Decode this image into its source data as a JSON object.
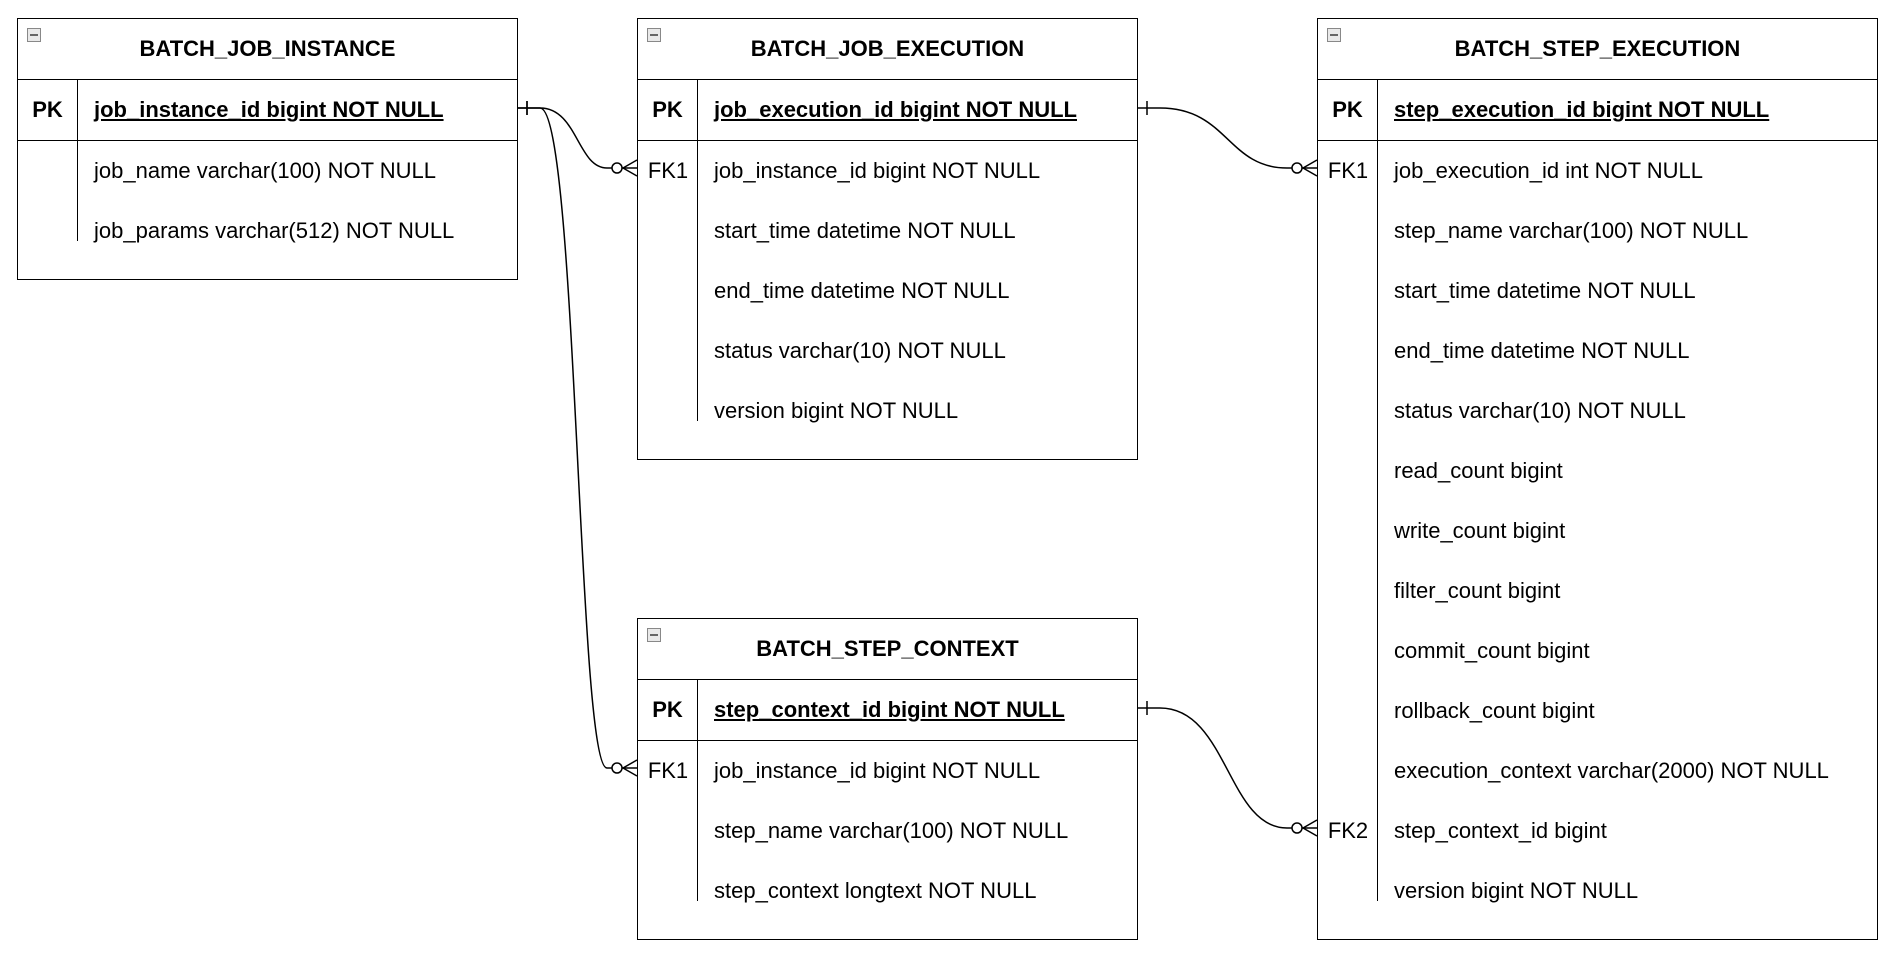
{
  "entities": {
    "job_instance": {
      "title": "BATCH_JOB_INSTANCE",
      "pk_label": "PK",
      "pk_field": "job_instance_id bigint NOT NULL",
      "fields": [
        {
          "key": "",
          "text": "job_name varchar(100) NOT NULL"
        },
        {
          "key": "",
          "text": "job_params varchar(512) NOT NULL"
        }
      ]
    },
    "job_execution": {
      "title": "BATCH_JOB_EXECUTION",
      "pk_label": "PK",
      "pk_field": "job_execution_id bigint NOT NULL",
      "fields": [
        {
          "key": "FK1",
          "text": "job_instance_id bigint NOT NULL"
        },
        {
          "key": "",
          "text": "start_time datetime NOT NULL"
        },
        {
          "key": "",
          "text": "end_time datetime NOT NULL"
        },
        {
          "key": "",
          "text": "status varchar(10) NOT NULL"
        },
        {
          "key": "",
          "text": "version bigint NOT NULL"
        }
      ]
    },
    "step_execution": {
      "title": "BATCH_STEP_EXECUTION",
      "pk_label": "PK",
      "pk_field": "step_execution_id bigint NOT NULL",
      "fields": [
        {
          "key": "FK1",
          "text": "job_execution_id int NOT NULL"
        },
        {
          "key": "",
          "text": "step_name varchar(100) NOT NULL"
        },
        {
          "key": "",
          "text": "start_time datetime NOT NULL"
        },
        {
          "key": "",
          "text": "end_time datetime NOT NULL"
        },
        {
          "key": "",
          "text": "status varchar(10) NOT NULL"
        },
        {
          "key": "",
          "text": "read_count bigint"
        },
        {
          "key": "",
          "text": "write_count bigint"
        },
        {
          "key": "",
          "text": "filter_count bigint"
        },
        {
          "key": "",
          "text": "commit_count bigint"
        },
        {
          "key": "",
          "text": "rollback_count bigint"
        },
        {
          "key": "",
          "text": "execution_context varchar(2000) NOT NULL"
        },
        {
          "key": "FK2",
          "text": "step_context_id bigint"
        },
        {
          "key": "",
          "text": "version bigint NOT NULL"
        }
      ]
    },
    "step_context": {
      "title": "BATCH_STEP_CONTEXT",
      "pk_label": "PK",
      "pk_field": "step_context_id bigint NOT NULL",
      "fields": [
        {
          "key": "FK1",
          "text": "job_instance_id bigint NOT NULL"
        },
        {
          "key": "",
          "text": "step_name varchar(100) NOT NULL"
        },
        {
          "key": "",
          "text": "step_context longtext NOT NULL"
        }
      ]
    }
  },
  "relationships": [
    {
      "from": "job_instance",
      "to": "job_execution",
      "to_key": "FK1"
    },
    {
      "from": "job_instance",
      "to": "step_context",
      "to_key": "FK1"
    },
    {
      "from": "job_execution",
      "to": "step_execution",
      "to_key": "FK1"
    },
    {
      "from": "step_context",
      "to": "step_execution",
      "to_key": "FK2"
    }
  ]
}
